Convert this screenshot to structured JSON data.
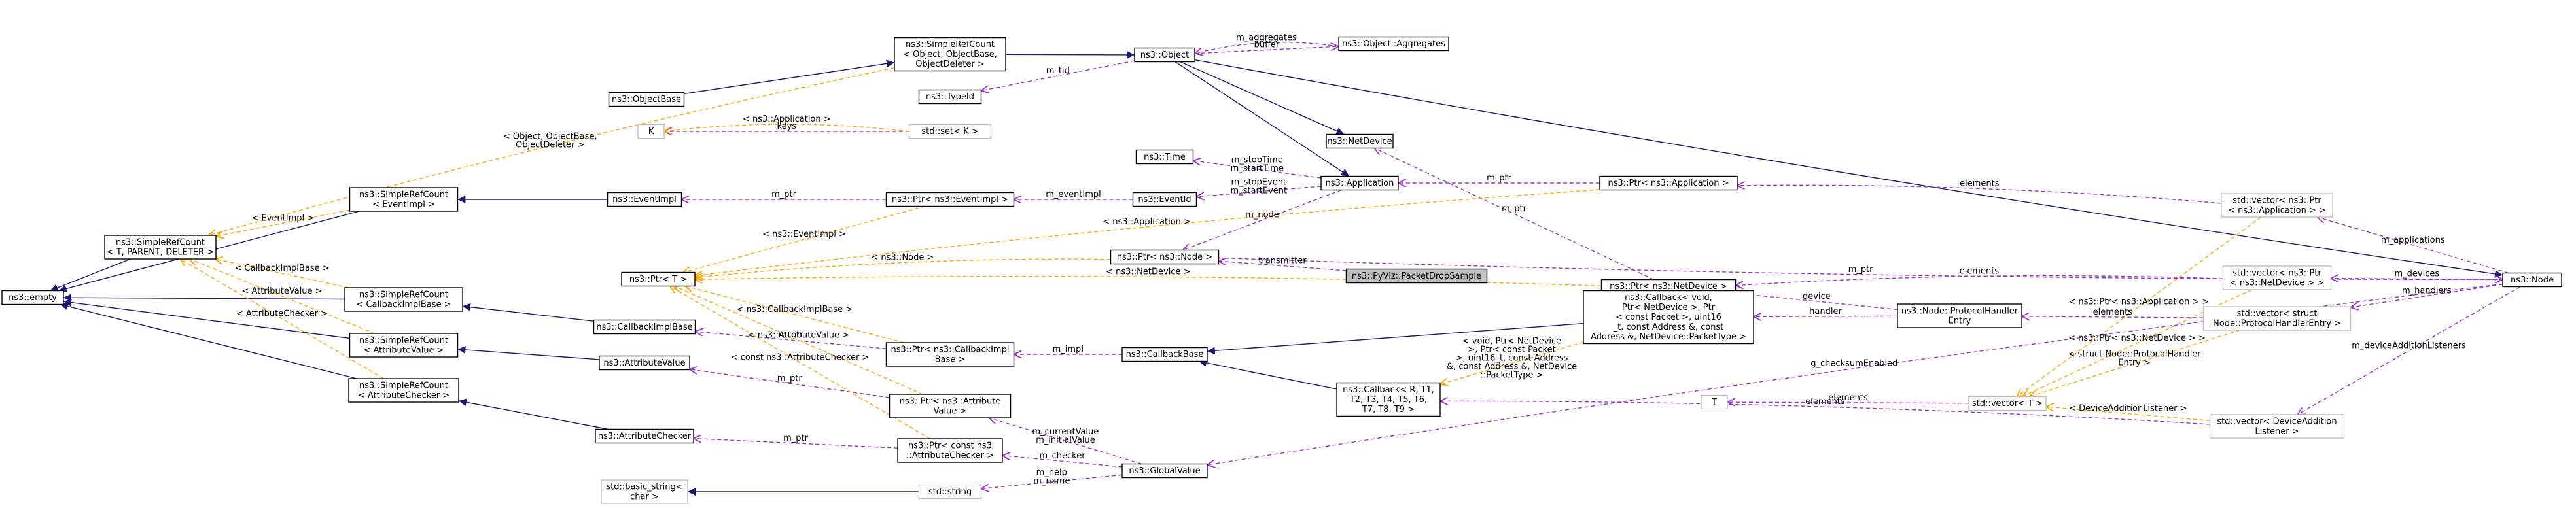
{
  "colors": {
    "inheritance": "#191970",
    "usage": "#9a32cd",
    "template": "#ffa500",
    "node_border": "#000000",
    "node_border_external": "#bfbfbf",
    "focus_fill": "#bfbfbf"
  },
  "nodes": [
    {
      "id": "empty",
      "lines": [
        "ns3::empty"
      ]
    },
    {
      "id": "srcT",
      "lines": [
        "ns3::SimpleRefCount",
        "< T, PARENT, DELETER >"
      ]
    },
    {
      "id": "srcEI",
      "lines": [
        "ns3::SimpleRefCount",
        "< EventImpl >"
      ]
    },
    {
      "id": "srcCBI",
      "lines": [
        "ns3::SimpleRefCount",
        "< CallbackImplBase >"
      ]
    },
    {
      "id": "srcAV",
      "lines": [
        "ns3::SimpleRefCount",
        "< AttributeValue >"
      ]
    },
    {
      "id": "srcAC",
      "lines": [
        "ns3::SimpleRefCount",
        "< AttributeChecker >"
      ]
    },
    {
      "id": "srcObj",
      "lines": [
        "ns3::SimpleRefCount",
        "< Object, ObjectBase,",
        "ObjectDeleter >"
      ]
    },
    {
      "id": "objbase",
      "lines": [
        "ns3::ObjectBase"
      ]
    },
    {
      "id": "object",
      "lines": [
        "ns3::Object"
      ]
    },
    {
      "id": "typeid",
      "lines": [
        "ns3::TypeId"
      ]
    },
    {
      "id": "aggr",
      "lines": [
        "ns3::Object::Aggregates"
      ]
    },
    {
      "id": "K",
      "lines": [
        "K"
      ],
      "external": true
    },
    {
      "id": "setK",
      "lines": [
        "std::set< K >"
      ],
      "external": true
    },
    {
      "id": "time",
      "lines": [
        "ns3::Time"
      ]
    },
    {
      "id": "netdevice",
      "lines": [
        "ns3::NetDevice"
      ]
    },
    {
      "id": "eventimpl",
      "lines": [
        "ns3::EventImpl"
      ]
    },
    {
      "id": "ptrEI",
      "lines": [
        "ns3::Ptr< ns3::EventImpl >"
      ]
    },
    {
      "id": "eventid",
      "lines": [
        "ns3::EventId"
      ]
    },
    {
      "id": "app",
      "lines": [
        "ns3::Application"
      ]
    },
    {
      "id": "ptrApp",
      "lines": [
        "ns3::Ptr< ns3::Application >"
      ]
    },
    {
      "id": "ptrT",
      "lines": [
        "ns3::Ptr< T >"
      ]
    },
    {
      "id": "ptrNode",
      "lines": [
        "ns3::Ptr< ns3::Node >"
      ]
    },
    {
      "id": "pds",
      "lines": [
        "ns3::PyViz::PacketDropSample"
      ],
      "focus": true
    },
    {
      "id": "ptrND",
      "lines": [
        "ns3::Ptr< ns3::NetDevice >"
      ]
    },
    {
      "id": "cbib",
      "lines": [
        "ns3::CallbackImplBase"
      ]
    },
    {
      "id": "av",
      "lines": [
        "ns3::AttributeValue"
      ]
    },
    {
      "id": "ac",
      "lines": [
        "ns3::AttributeChecker"
      ]
    },
    {
      "id": "ptrCBI",
      "lines": [
        "ns3::Ptr< ns3::CallbackImpl",
        "Base >"
      ]
    },
    {
      "id": "cbbase",
      "lines": [
        "ns3::CallbackBase"
      ]
    },
    {
      "id": "cbVoid",
      "lines": [
        "ns3::Callback< void,",
        "Ptr< NetDevice >, Ptr",
        "< const Packet >, uint16",
        "_t, const Address &, const",
        "Address &, NetDevice::PacketType >"
      ]
    },
    {
      "id": "phe",
      "lines": [
        "ns3::Node::ProtocolHandler",
        "Entry"
      ]
    },
    {
      "id": "ptrAV",
      "lines": [
        "ns3::Ptr< ns3::Attribute",
        "Value >"
      ]
    },
    {
      "id": "cbR",
      "lines": [
        "ns3::Callback< R, T1,",
        "T2, T3, T4, T5, T6,",
        "T7, T8, T9 >"
      ]
    },
    {
      "id": "ptrAC",
      "lines": [
        "ns3::Ptr< const ns3",
        "::AttributeChecker >"
      ]
    },
    {
      "id": "gv",
      "lines": [
        "ns3::GlobalValue"
      ]
    },
    {
      "id": "bstr",
      "lines": [
        "std::basic_string<",
        "char >"
      ],
      "external": true
    },
    {
      "id": "str",
      "lines": [
        "std::string"
      ],
      "external": true
    },
    {
      "id": "vecApp",
      "lines": [
        "std::vector< ns3::Ptr",
        "< ns3::Application > >"
      ],
      "external": true
    },
    {
      "id": "vecND",
      "lines": [
        "std::vector< ns3::Ptr",
        "< ns3::NetDevice > >"
      ],
      "external": true
    },
    {
      "id": "vecPHE",
      "lines": [
        "std::vector< struct",
        "Node::ProtocolHandlerEntry >"
      ],
      "external": true
    },
    {
      "id": "vecT",
      "lines": [
        "std::vector< T >"
      ],
      "external": true
    },
    {
      "id": "T",
      "lines": [
        "T"
      ],
      "external": true
    },
    {
      "id": "vecDAL",
      "lines": [
        "std::vector< DeviceAddition",
        "Listener >"
      ],
      "external": true
    },
    {
      "id": "node",
      "lines": [
        "ns3::Node"
      ]
    }
  ],
  "edges": [
    {
      "kind": "inheritance",
      "from": "srcT",
      "to": "empty"
    },
    {
      "kind": "inheritance",
      "from": "srcEI",
      "to": "empty"
    },
    {
      "kind": "inheritance",
      "from": "srcCBI",
      "to": "empty"
    },
    {
      "kind": "inheritance",
      "from": "srcAV",
      "to": "empty"
    },
    {
      "kind": "inheritance",
      "from": "srcAC",
      "to": "empty"
    },
    {
      "kind": "inheritance",
      "from": "srcObj",
      "to": "object"
    },
    {
      "kind": "inheritance",
      "from": "objbase",
      "to": "srcObj"
    },
    {
      "kind": "inheritance",
      "from": "object",
      "to": "netdevice"
    },
    {
      "kind": "inheritance",
      "from": "object",
      "to": "app"
    },
    {
      "kind": "inheritance",
      "from": "object",
      "to": "node"
    },
    {
      "kind": "inheritance",
      "from": "eventimpl",
      "to": "srcEI"
    },
    {
      "kind": "inheritance",
      "from": "cbib",
      "to": "srcCBI"
    },
    {
      "kind": "inheritance",
      "from": "av",
      "to": "srcAV"
    },
    {
      "kind": "inheritance",
      "from": "ac",
      "to": "srcAC"
    },
    {
      "kind": "inheritance",
      "from": "cbVoid",
      "to": "cbbase"
    },
    {
      "kind": "inheritance",
      "from": "cbR",
      "to": "cbbase"
    },
    {
      "kind": "inheritance",
      "from": "str",
      "to": "bstr"
    },
    {
      "kind": "usage",
      "from": "object",
      "to": "typeid",
      "label": "m_tid"
    },
    {
      "kind": "usage",
      "from": "object",
      "to": "aggr",
      "label": "buffer"
    },
    {
      "kind": "usage",
      "from": "aggr",
      "to": "object",
      "label": "m_aggregates"
    },
    {
      "kind": "usage",
      "from": "setK",
      "to": "K",
      "label": "keys"
    },
    {
      "kind": "usage",
      "from": "app",
      "to": "time",
      "label": "m_stopTime\nm_startTime"
    },
    {
      "kind": "usage",
      "from": "app",
      "to": "eventid",
      "label": "m_stopEvent\nm_startEvent"
    },
    {
      "kind": "usage",
      "from": "app",
      "to": "ptrNode",
      "label": "m_node"
    },
    {
      "kind": "usage",
      "from": "ptrApp",
      "to": "app",
      "label": "m_ptr"
    },
    {
      "kind": "usage",
      "from": "ptrND",
      "to": "netdevice",
      "label": "m_ptr"
    },
    {
      "kind": "usage",
      "from": "eventid",
      "to": "ptrEI",
      "label": "m_eventImpl"
    },
    {
      "kind": "usage",
      "from": "ptrEI",
      "to": "eventimpl",
      "label": "m_ptr"
    },
    {
      "kind": "usage",
      "from": "pds",
      "to": "ptrNode",
      "label": "transmitter"
    },
    {
      "kind": "usage",
      "from": "ptrNode",
      "to": "node",
      "label": "m_ptr"
    },
    {
      "kind": "usage",
      "from": "ptrCBI",
      "to": "cbib",
      "label": "m_ptr"
    },
    {
      "kind": "usage",
      "from": "cbbase",
      "to": "ptrCBI",
      "label": "m_impl"
    },
    {
      "kind": "usage",
      "from": "ptrAV",
      "to": "av",
      "label": "m_ptr"
    },
    {
      "kind": "usage",
      "from": "ptrAC",
      "to": "ac",
      "label": "m_ptr"
    },
    {
      "kind": "usage",
      "from": "gv",
      "to": "ptrAV",
      "label": "m_currentValue\nm_initialValue"
    },
    {
      "kind": "usage",
      "from": "gv",
      "to": "ptrAC",
      "label": "m_checker"
    },
    {
      "kind": "usage",
      "from": "gv",
      "to": "str",
      "label": "m_help\nm_name"
    },
    {
      "kind": "usage",
      "from": "node",
      "to": "gv",
      "label": "g_checksumEnabled"
    },
    {
      "kind": "usage",
      "from": "vecApp",
      "to": "ptrApp",
      "label": "elements"
    },
    {
      "kind": "usage",
      "from": "vecND",
      "to": "ptrND",
      "label": "elements"
    },
    {
      "kind": "usage",
      "from": "phe",
      "to": "ptrND",
      "label": "device"
    },
    {
      "kind": "usage",
      "from": "phe",
      "to": "cbVoid",
      "label": "handler"
    },
    {
      "kind": "usage",
      "from": "vecPHE",
      "to": "phe",
      "label": "elements"
    },
    {
      "kind": "usage",
      "from": "vecT",
      "to": "T",
      "label": "elements"
    },
    {
      "kind": "usage",
      "from": "vecDAL",
      "to": "cbR",
      "label": "elements"
    },
    {
      "kind": "usage",
      "from": "node",
      "to": "vecApp",
      "label": "m_applications"
    },
    {
      "kind": "usage",
      "from": "node",
      "to": "vecND",
      "label": "m_devices"
    },
    {
      "kind": "usage",
      "from": "node",
      "to": "vecPHE",
      "label": "m_handlers"
    },
    {
      "kind": "usage",
      "from": "node",
      "to": "vecDAL",
      "label": "m_deviceAdditionListeners"
    },
    {
      "kind": "template",
      "from": "srcObj",
      "to": "srcT",
      "label": "< Object, ObjectBase,\nObjectDeleter >"
    },
    {
      "kind": "template",
      "from": "srcEI",
      "to": "srcT",
      "label": "< EventImpl >"
    },
    {
      "kind": "template",
      "from": "srcCBI",
      "to": "srcT",
      "label": "< CallbackImplBase >"
    },
    {
      "kind": "template",
      "from": "srcAV",
      "to": "srcT",
      "label": "< AttributeValue >"
    },
    {
      "kind": "template",
      "from": "srcAC",
      "to": "srcT",
      "label": "< AttributeChecker >"
    },
    {
      "kind": "template",
      "from": "ptrApp",
      "to": "ptrT",
      "label": "< ns3::Application >"
    },
    {
      "kind": "template",
      "from": "ptrEI",
      "to": "ptrT",
      "label": "< ns3::EventImpl >"
    },
    {
      "kind": "template",
      "from": "ptrNode",
      "to": "ptrT",
      "label": "< ns3::Node >"
    },
    {
      "kind": "template",
      "from": "ptrND",
      "to": "ptrT",
      "label": "< ns3::NetDevice >"
    },
    {
      "kind": "template",
      "from": "ptrCBI",
      "to": "ptrT",
      "label": "< ns3::CallbackImplBase >"
    },
    {
      "kind": "template",
      "from": "ptrAV",
      "to": "ptrT",
      "label": "< ns3::AttributeValue >"
    },
    {
      "kind": "template",
      "from": "ptrAC",
      "to": "ptrT",
      "label": "< const ns3::AttributeChecker >"
    },
    {
      "kind": "template",
      "from": "cbVoid",
      "to": "cbR",
      "label": "< void, Ptr< NetDevice\n>, Ptr< const Packet\n>, uint16_t, const Address\n&, const Address &, NetDevice\n::PacketType >"
    },
    {
      "kind": "template",
      "from": "vecApp",
      "to": "vecT",
      "label": "< ns3::Ptr< ns3::Application > >"
    },
    {
      "kind": "template",
      "from": "vecND",
      "to": "vecT",
      "label": "< ns3::Ptr< ns3::NetDevice > >"
    },
    {
      "kind": "template",
      "from": "vecPHE",
      "to": "vecT",
      "label": "< struct Node::ProtocolHandler\nEntry >"
    },
    {
      "kind": "template",
      "from": "vecDAL",
      "to": "vecT",
      "label": "< DeviceAdditionListener >"
    },
    {
      "kind": "template",
      "from": "setK",
      "to": "K",
      "label": "< ns3::Application >"
    }
  ]
}
